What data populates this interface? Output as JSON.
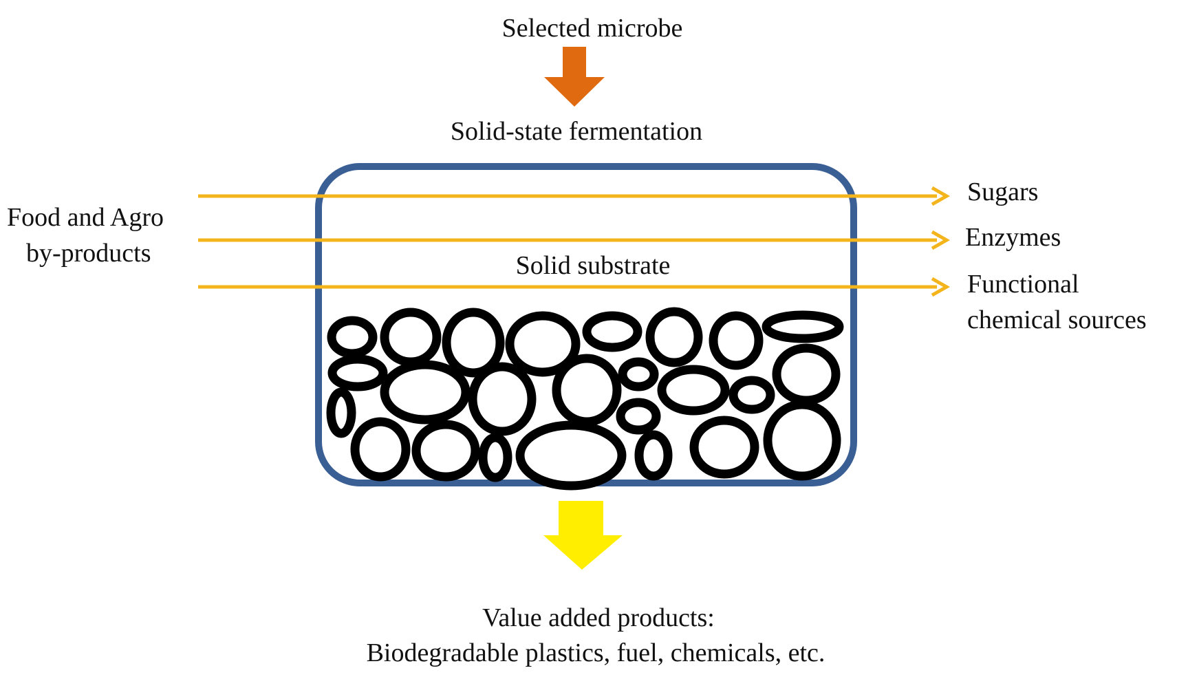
{
  "labels": {
    "microbe": "Selected microbe",
    "process": "Solid-state fermentation",
    "input_line1": "Food and Agro",
    "input_line2": "by-products",
    "substrate": "Solid substrate",
    "outputs": [
      "Sugars",
      "Enzymes",
      "Functional",
      "chemical sources"
    ],
    "products_line1": "Value added products:",
    "products_line2": "Biodegradable plastics, fuel, chemicals, etc."
  },
  "colors": {
    "container": "#3a5f94",
    "flow_arrow": "#f4b41c",
    "microbe_arrow": "#e06a10",
    "product_arrow": "#ffee00",
    "particles": "#000000"
  }
}
